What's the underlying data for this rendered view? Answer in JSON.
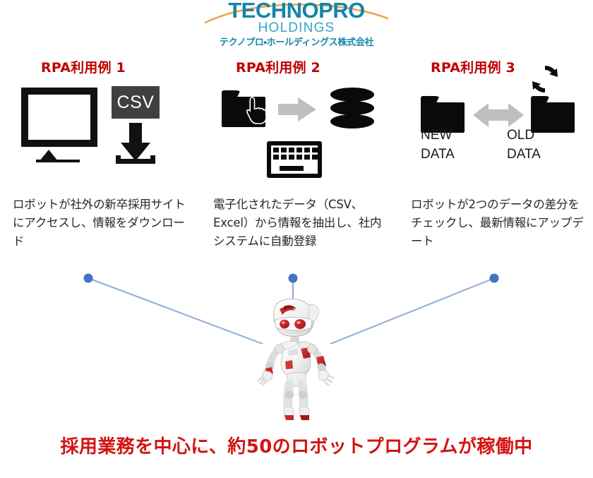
{
  "logo": {
    "wordmark": "TECHNOPRO",
    "holdings": "HOLDINGS",
    "company_jp": "テクノプロ・ホールディングス株式会社",
    "brand_color": "#1585a8",
    "holdings_color": "#3ba3c4",
    "swoosh_color": "#f0a24b"
  },
  "columns": [
    {
      "heading": "RPA利用例 1",
      "body": "ロボットが社外の新卒採用サイトにアクセスし、情報をダウンロード",
      "csv_badge": "CSV"
    },
    {
      "heading": "RPA利用例 2",
      "body": "電子化されたデータ（CSV、Excel）から情報を抽出し、社内システムに自動登録"
    },
    {
      "heading": "RPA利用例 3",
      "body": "ロボットが2つのデータの差分をチェックし、最新情報にアップデート",
      "new_data_label_1": "NEW",
      "new_data_label_2": "DATA",
      "old_data_label_1": "OLD",
      "old_data_label_2": "DATA"
    }
  ],
  "footer": {
    "text": "採用業務を中心に、約50のロボットプログラムが稼働中",
    "color": "#d31313"
  },
  "theme": {
    "heading_color": "#c00000",
    "body_color": "#262626",
    "icon_black": "#0a0a0a",
    "icon_gray": "#bfbfbf",
    "csv_badge_bg": "#404040",
    "connector_blue": "#4472c4"
  }
}
